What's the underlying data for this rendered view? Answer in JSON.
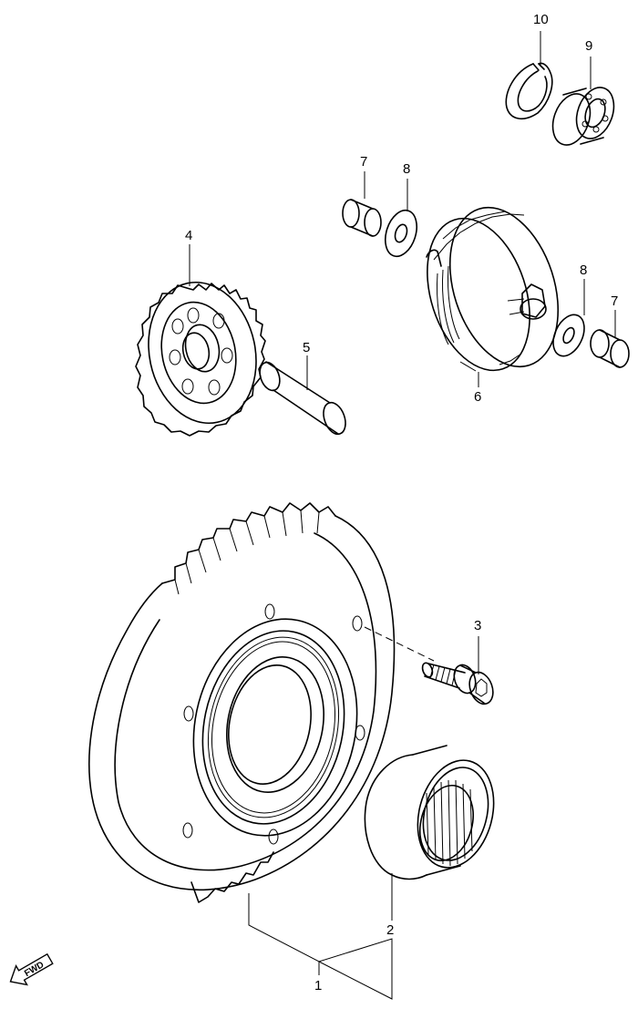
{
  "callouts": [
    {
      "id": "1",
      "text": "1"
    },
    {
      "id": "2",
      "text": "2"
    },
    {
      "id": "3",
      "text": "3"
    },
    {
      "id": "4",
      "text": "4"
    },
    {
      "id": "5",
      "text": "5"
    },
    {
      "id": "6",
      "text": "6"
    },
    {
      "id": "7a",
      "text": "7"
    },
    {
      "id": "7b",
      "text": "7"
    },
    {
      "id": "8a",
      "text": "8"
    },
    {
      "id": "8b",
      "text": "8"
    },
    {
      "id": "9",
      "text": "9"
    },
    {
      "id": "10",
      "text": "10"
    }
  ],
  "direction_badge": {
    "text": "FWD",
    "icon": "fwd-arrow-icon"
  },
  "colors": {
    "line": "#000000",
    "background": "#ffffff"
  }
}
